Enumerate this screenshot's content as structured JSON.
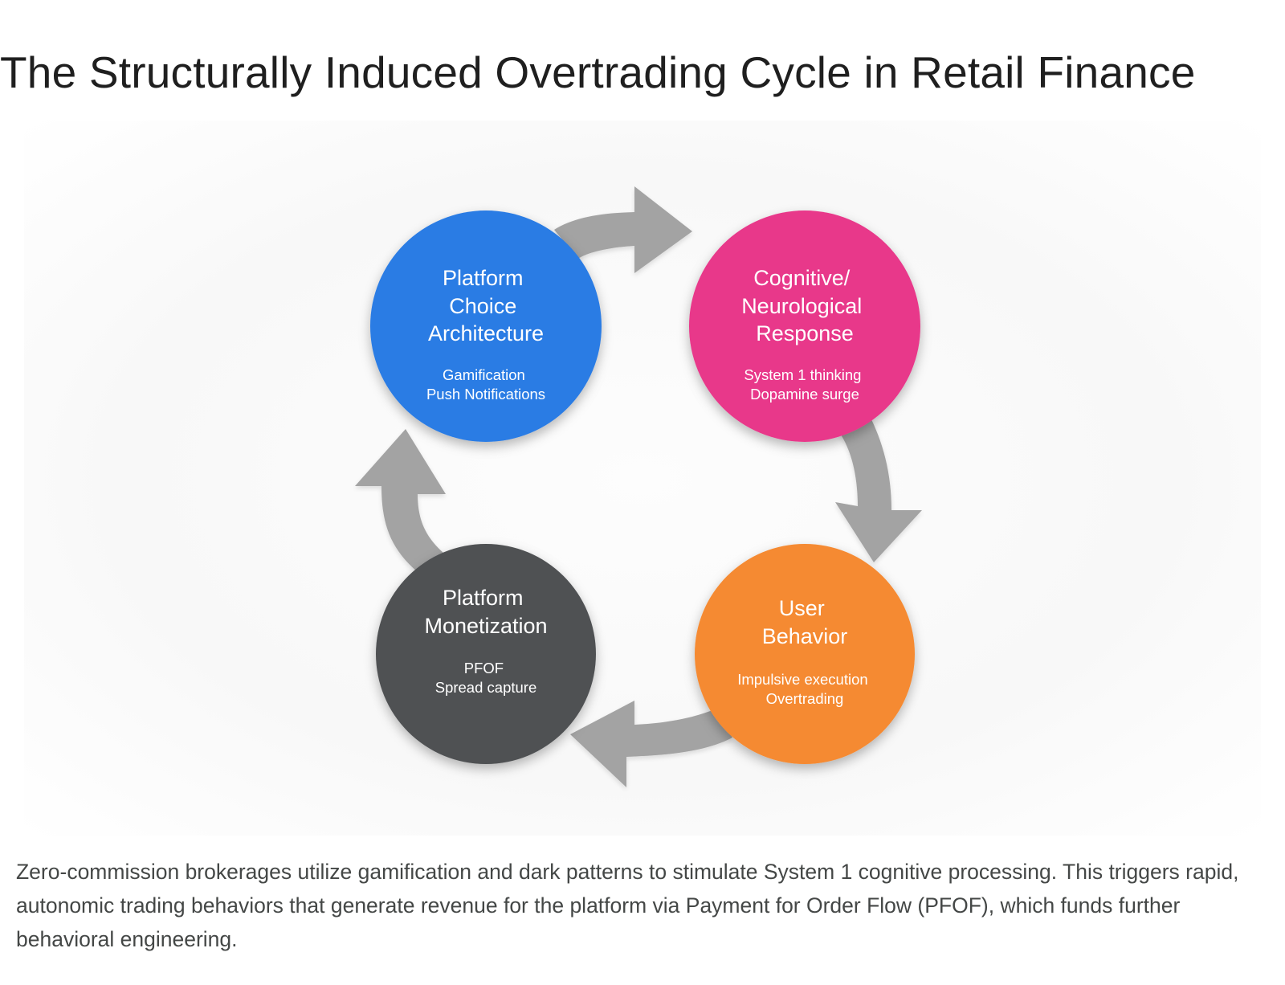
{
  "title": "The Structurally Induced Overtrading Cycle in Retail Finance",
  "nodes": [
    {
      "id": "platform-choice-architecture",
      "title_lines": [
        "Platform",
        "Choice",
        "Architecture"
      ],
      "detail_lines": [
        "Gamification",
        "Push Notifications"
      ],
      "color": "#2a7be4"
    },
    {
      "id": "cognitive-neurological-response",
      "title_lines": [
        "Cognitive/",
        "Neurological",
        "Response"
      ],
      "detail_lines": [
        "System 1 thinking",
        "Dopamine surge"
      ],
      "color": "#e8388a"
    },
    {
      "id": "user-behavior",
      "title_lines": [
        "User",
        "Behavior"
      ],
      "detail_lines": [
        "Impulsive execution",
        "Overtrading"
      ],
      "color": "#f58a33"
    },
    {
      "id": "platform-monetization",
      "title_lines": [
        "Platform",
        "Monetization"
      ],
      "detail_lines": [
        "PFOF",
        "Spread capture"
      ],
      "color": "#4f5153"
    }
  ],
  "arrow_color": "#a3a3a3",
  "caption": "Zero-commission brokerages utilize gamification and dark patterns to stimulate System 1 cognitive processing. This triggers rapid, autonomic trading behaviors that generate revenue for the platform via Payment for Order Flow (PFOF), which funds further behavioral engineering."
}
